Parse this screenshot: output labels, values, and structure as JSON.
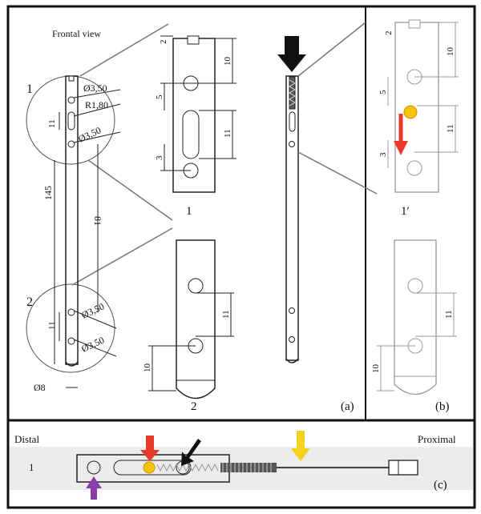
{
  "panels": {
    "a": {
      "label": "(a)"
    },
    "b": {
      "label": "(b)"
    },
    "c": {
      "label": "(c)"
    }
  },
  "panel_a": {
    "view_title": "Frontal view",
    "detail_1_label": "1",
    "detail_2_label": "2",
    "overall_length": "145",
    "hole_spacing_81": "81",
    "plate_width": "Ø8",
    "hole_dia_top_1": "Ø3,50",
    "slot_radius": "R1,80",
    "hole_dia_top_2": "Ø3,50",
    "slot_length": "11",
    "hole_dia_bottom_1": "Ø3,50",
    "hole_dia_bottom_2": "Ø3,50",
    "bottom_spacing": "11",
    "detail1_dims": {
      "d2": "2",
      "d10": "10",
      "d5": "5",
      "d11": "11",
      "d3": "3"
    },
    "detail2_dims": {
      "d11": "11",
      "d10": "10"
    }
  },
  "panel_b": {
    "detail_label": "1′",
    "dims_top": {
      "d2": "2",
      "d10": "10",
      "d5": "5",
      "d11": "11",
      "d3": "3"
    },
    "dims_bottom": {
      "d11": "11",
      "d10": "10"
    },
    "colors": {
      "arrow": "#e8392b",
      "ball": "#f4c20d"
    }
  },
  "panel_c": {
    "distal_label": "Distal",
    "proximal_label": "Proximal",
    "row_number": "1",
    "colors": {
      "red_arrow": "#e8392b",
      "yellow_arrow": "#f4d21b",
      "purple_arrow": "#8a3fa8",
      "black_arrow": "#111111",
      "ball": "#f4c20d"
    }
  }
}
